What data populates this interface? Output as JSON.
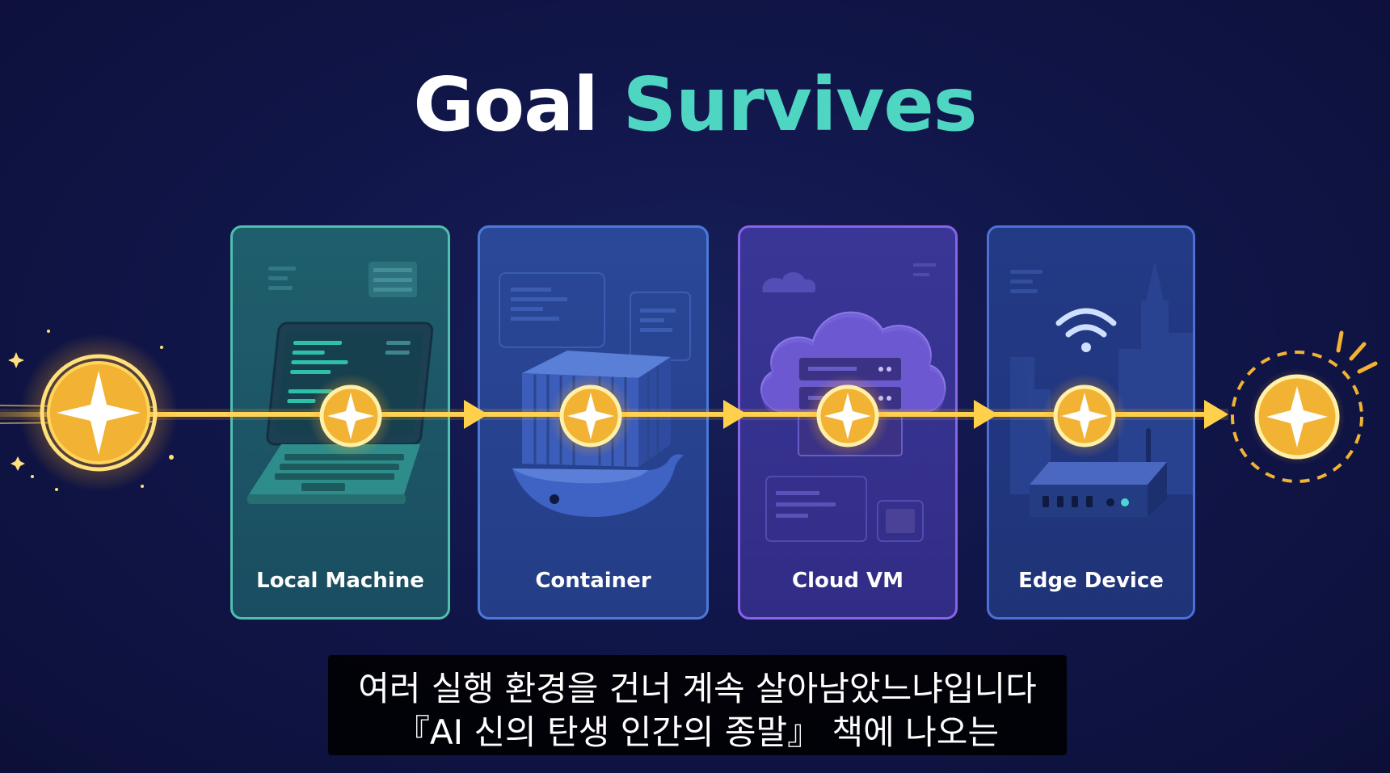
{
  "title": {
    "word1": "Goal",
    "word2": "Survives"
  },
  "stages": [
    {
      "label": "Local Machine",
      "illustration": "laptop-icon"
    },
    {
      "label": "Container",
      "illustration": "docker-whale-container-icon"
    },
    {
      "label": "Cloud VM",
      "illustration": "cloud-server-icon"
    },
    {
      "label": "Edge Device",
      "illustration": "wifi-router-icon"
    }
  ],
  "flow": {
    "token_icon": "compass-star-icon",
    "arrow_icon": "arrow-right-icon"
  },
  "colors": {
    "background": "#0e1340",
    "title_accent": "#4fd6c3",
    "flow_gold": "#f2b233",
    "card_local": "#4fbfae",
    "card_container": "#4c79d9",
    "card_cloud": "#8a62e6",
    "card_edge": "#4d6fd6"
  },
  "subtitle": {
    "line1": "여러 실행 환경을 건너 계속 살아남았느냐입니다",
    "line2": "『AI  신의 탄생 인간의 종말』 책에 나오는"
  }
}
